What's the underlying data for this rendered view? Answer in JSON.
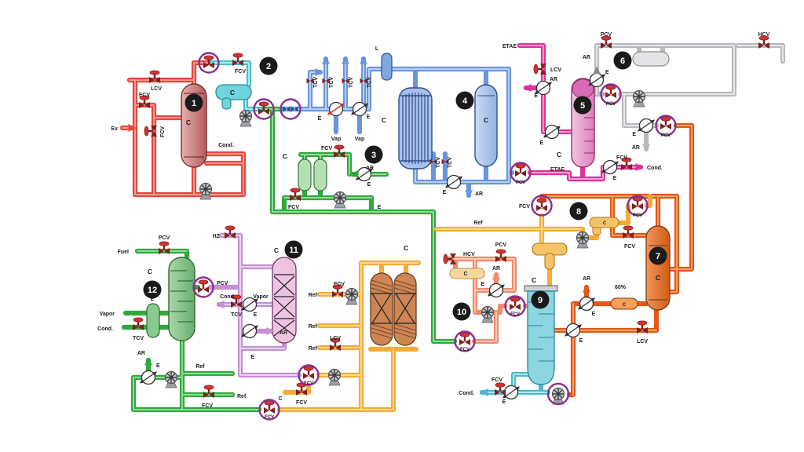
{
  "diagram": {
    "background": "#ffffff",
    "badge_color": "#1a1a1a",
    "circle_marker_color": "#8b2f8f",
    "units": [
      {
        "number": "1",
        "color": "#e8453c"
      },
      {
        "number": "2",
        "color": "#41c1cf"
      },
      {
        "number": "3",
        "color": "#2fa83c"
      },
      {
        "number": "4",
        "color": "#6a95dd"
      },
      {
        "number": "5",
        "color": "#e0309a"
      },
      {
        "number": "6",
        "color": "#b9babe"
      },
      {
        "number": "7",
        "color": "#e2571a"
      },
      {
        "number": "8",
        "color": "#f3ac38"
      },
      {
        "number": "9",
        "color": "#4ab9cd"
      },
      {
        "number": "10",
        "color": "#f08b6c"
      },
      {
        "number": "11",
        "color": "#c491d2"
      },
      {
        "number": "12",
        "color": "#2fa83c"
      }
    ],
    "labels": {
      "lcv": "LCV",
      "fcv": "FCV",
      "tcv": "TCV",
      "pcv": "PCV",
      "hcv": "HCV",
      "ex": "Ex",
      "cond": "Cond.",
      "vap": "Vap",
      "vapor": "Vapor",
      "fuel": "Fuel",
      "hz": "HZ",
      "etae": "ETAE",
      "ar": "AR",
      "e": "E",
      "ref": "Ref",
      "l": "L",
      "c": "C",
      "pct60": "60%"
    }
  }
}
